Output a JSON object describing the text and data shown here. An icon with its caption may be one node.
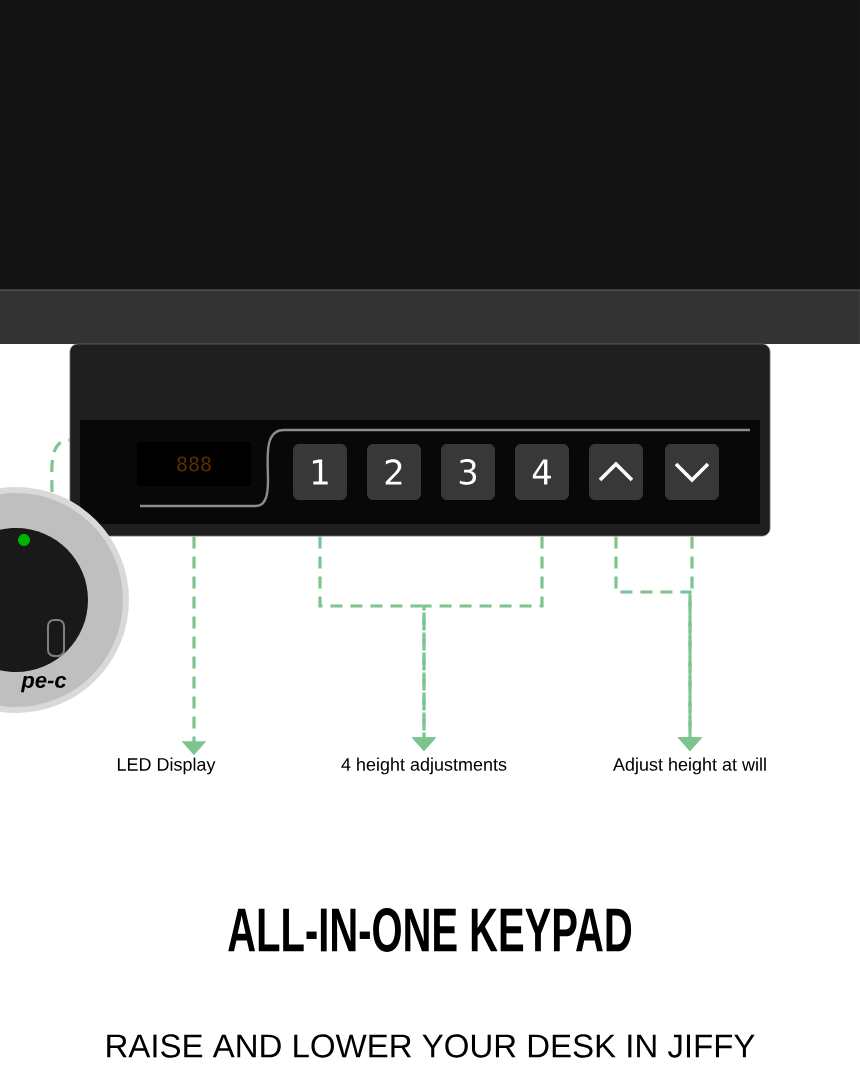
{
  "diagram": {
    "title": "ALL-IN-ONE KEYPAD",
    "nodes": [
      {
        "text": [],
        "shape": "box"
      },
      {
        "text": [
          "888"
        ],
        "in": 0
      },
      {
        "text": [
          "1"
        ],
        "in": 0
      },
      {
        "text": [
          "2"
        ],
        "in": 0
      },
      {
        "text": [
          "3"
        ],
        "in": 0
      },
      {
        "text": [
          "4"
        ],
        "in": 0
      },
      {
        "text": [],
        "shape": "box",
        "in": 0
      },
      {
        "text": [],
        "shape": "box",
        "in": 0
      },
      {
        "text": [
          "pe-c"
        ]
      },
      {
        "text": [
          "LED Display"
        ]
      },
      {
        "text": [
          "4 height adjustments"
        ]
      },
      {
        "text": [
          "Adjust height at will"
        ]
      }
    ],
    "edges": [
      {
        "from": 1,
        "to": 9,
        "arrow": "to",
        "style": "dashed"
      },
      {
        "from": 2,
        "to": 10,
        "arrow": "to",
        "style": "dashed"
      },
      {
        "from": 5,
        "to": 10,
        "arrow": "to",
        "style": "dashed"
      },
      {
        "from": 6,
        "to": 11,
        "arrow": "to",
        "style": "dashed"
      },
      {
        "from": 7,
        "to": 11,
        "arrow": "to",
        "style": "dashed"
      },
      {
        "from": 8,
        "to": 0,
        "arrow": "none",
        "style": "dashed"
      }
    ],
    "labels": [
      "RAISE AND LOWER YOUR DESK IN JIFFY"
    ]
  }
}
